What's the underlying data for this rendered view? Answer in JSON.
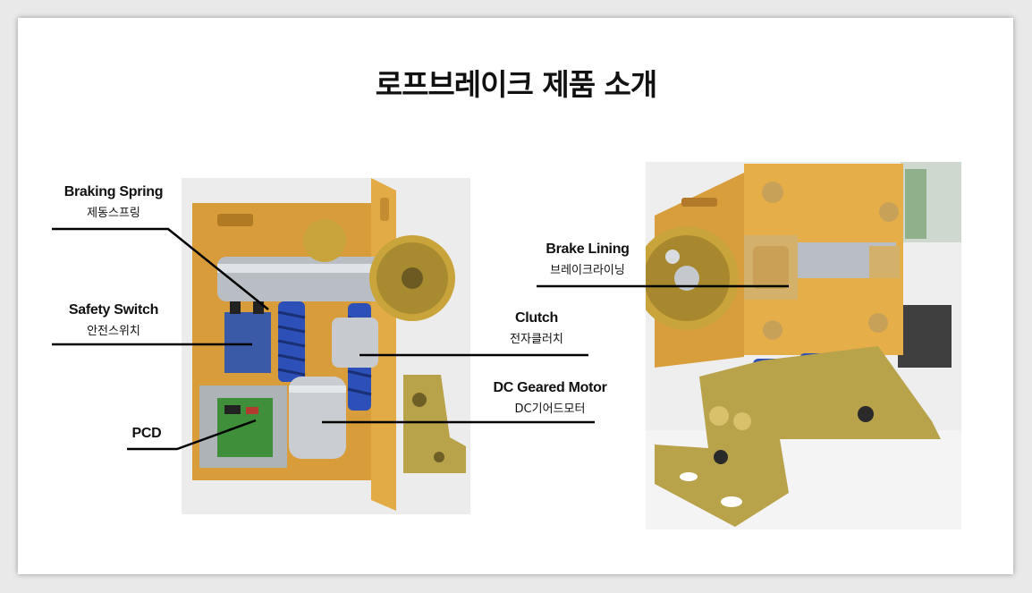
{
  "slide": {
    "title": "로프브레이크 제품 소개"
  },
  "images": {
    "left": {
      "icon": "rope-brake-front-photo"
    },
    "right": {
      "icon": "rope-brake-side-photo"
    }
  },
  "labels": [
    {
      "id": "braking-spring",
      "en": "Braking Spring",
      "ko": "제동스프링"
    },
    {
      "id": "safety-switch",
      "en": "Safety Switch",
      "ko": "안전스위치"
    },
    {
      "id": "pcd",
      "en": "PCD",
      "ko": ""
    },
    {
      "id": "clutch",
      "en": "Clutch",
      "ko": "전자클러치"
    },
    {
      "id": "dc-geared-motor",
      "en": "DC Geared Motor",
      "ko": "DC기어드모터"
    },
    {
      "id": "brake-lining",
      "en": "Brake Lining",
      "ko": "브레이크라이닝"
    }
  ],
  "colors": {
    "frame": "#e3ab45",
    "spring": "#2d4fb8",
    "leader": "#000000",
    "bracket": "#b8a24a"
  }
}
